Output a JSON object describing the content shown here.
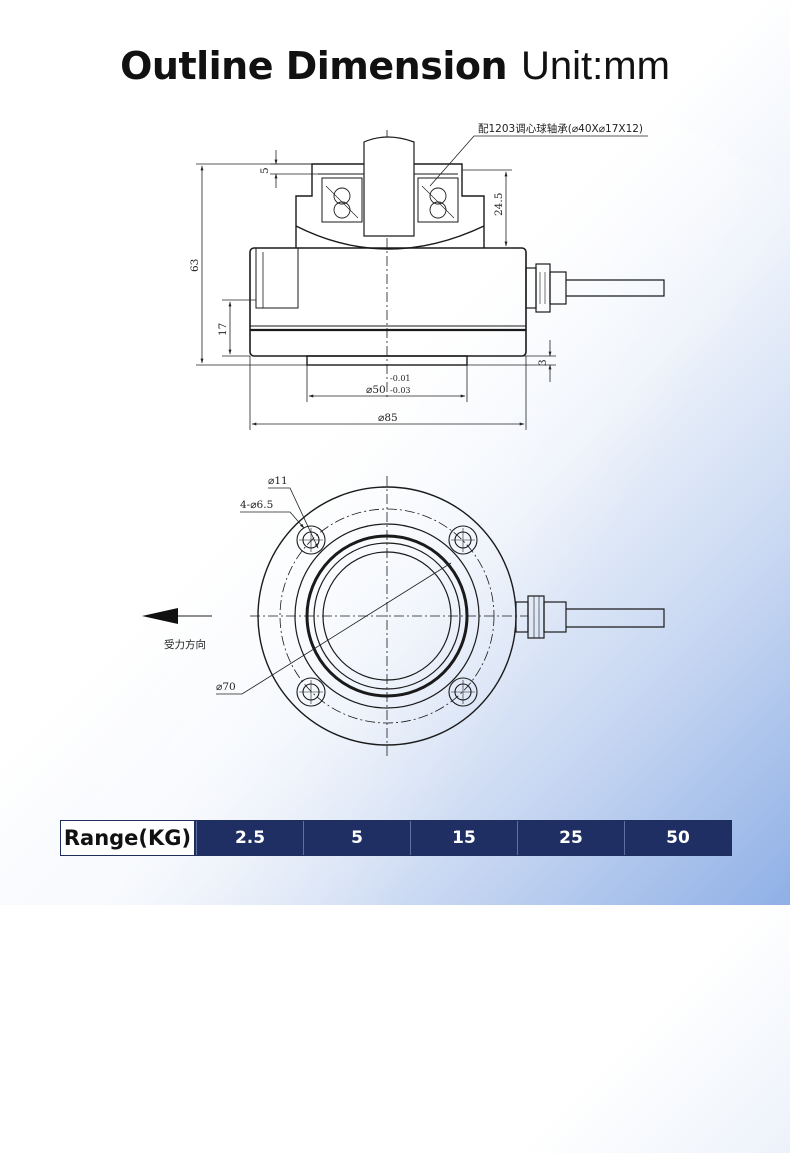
{
  "title": {
    "main": "Outline Dimension",
    "unit": "Unit:mm"
  },
  "side_view": {
    "bearing_note": "配1203调心球轴承(⌀40X⌀17X12)",
    "dim_5": "5",
    "dim_24_5": "24.5",
    "dim_63": "63",
    "dim_17": "17",
    "dim_3": "3",
    "dim_50_base": "⌀50",
    "dim_50_upper_tol": "-0.01",
    "dim_50_lower_tol": "-0.03",
    "dim_85": "⌀85"
  },
  "top_view": {
    "dim_11": "⌀11",
    "dim_holes": "4-⌀6.5",
    "dim_70": "⌀70",
    "force_direction": "受力方向"
  },
  "range": {
    "header": "Range(KG)",
    "values": [
      "2.5",
      "5",
      "15",
      "25",
      "50"
    ]
  },
  "colors": {
    "table_fill": "#1f2f63",
    "line": "#1a1a1a"
  }
}
